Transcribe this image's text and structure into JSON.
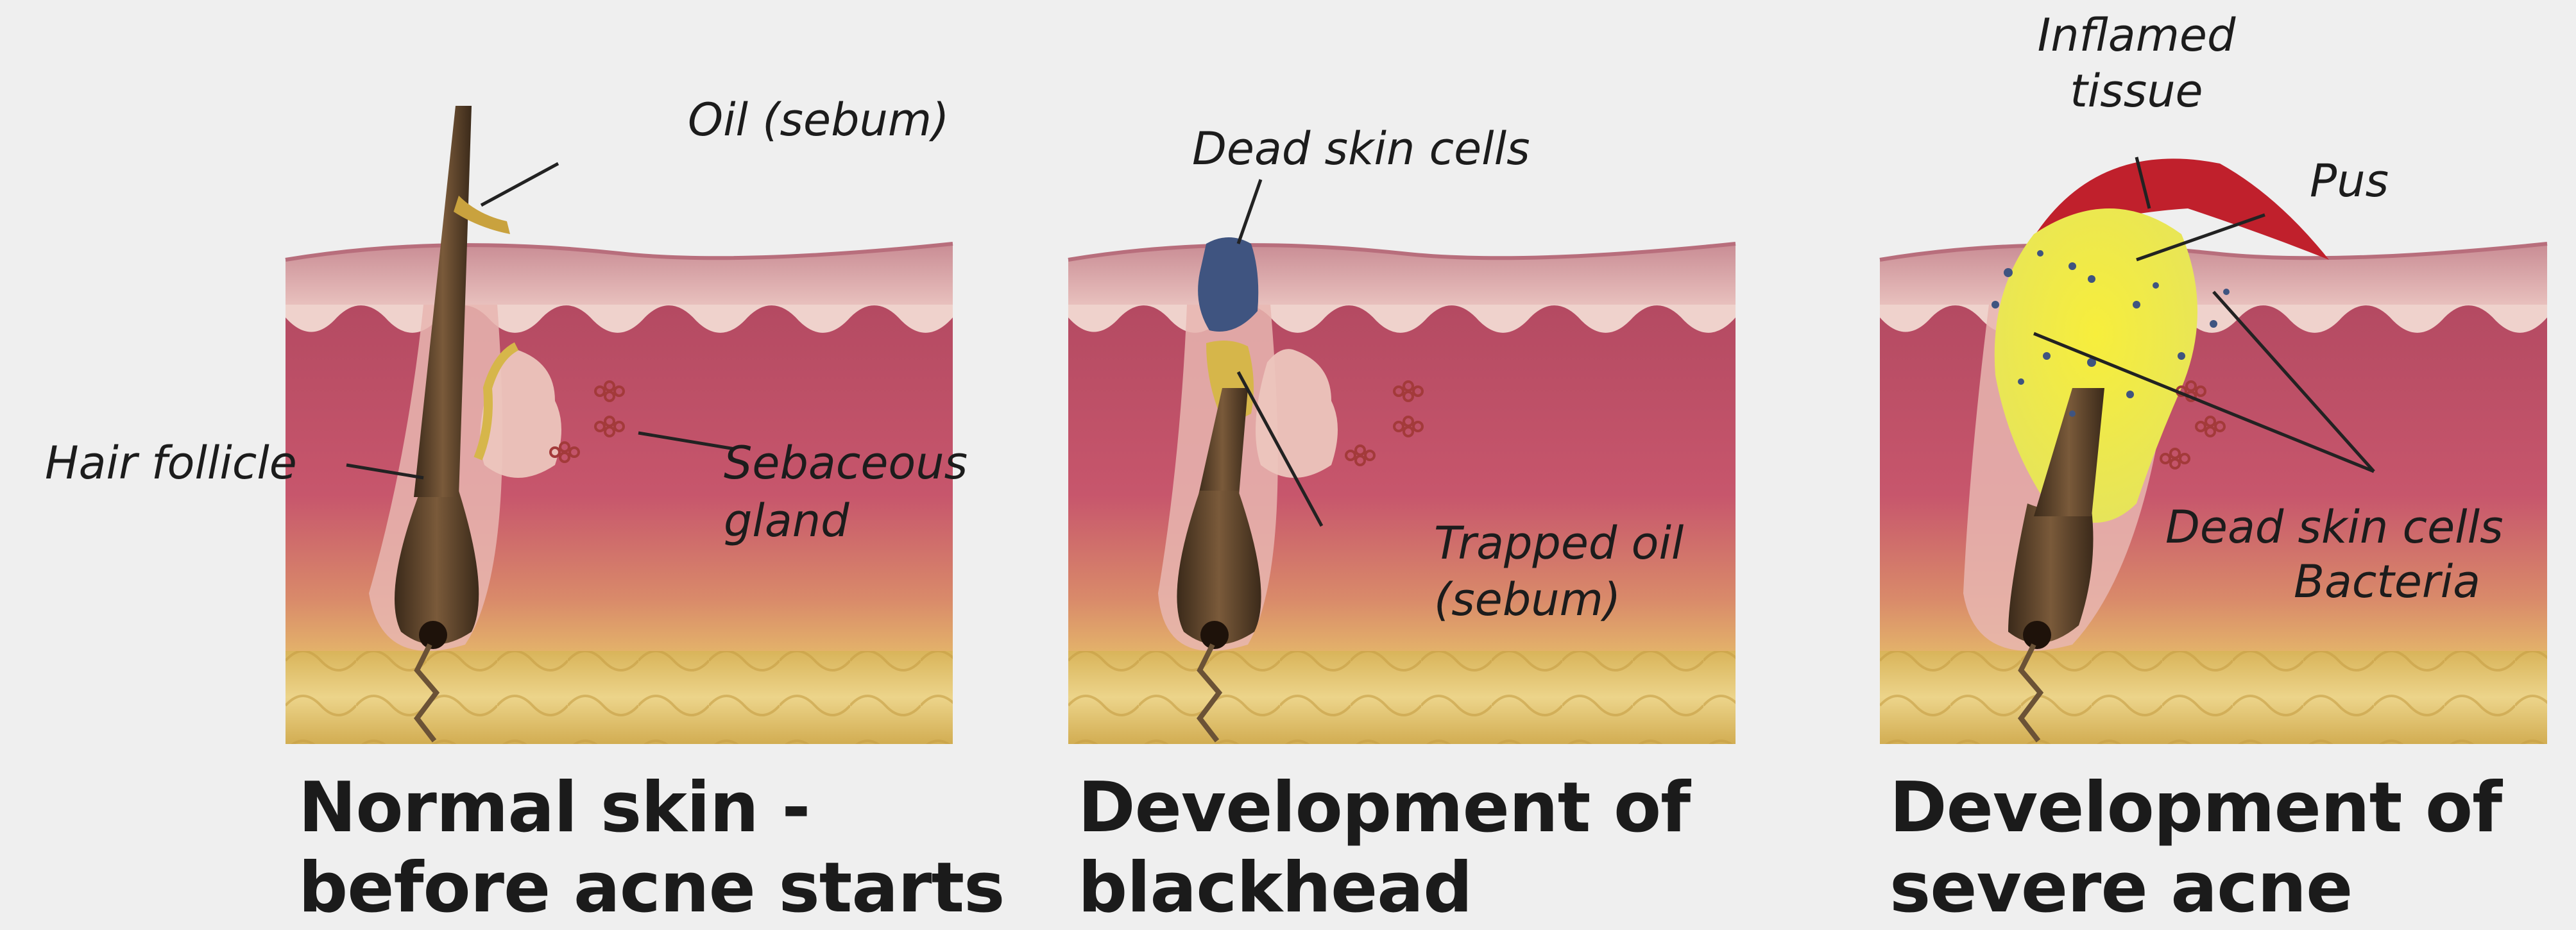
{
  "panels": [
    {
      "caption_line1": "Normal skin -",
      "caption_line2": "before acne starts",
      "labels": {
        "oil": "Oil (sebum)",
        "follicle": "Hair follicle",
        "gland_line1": "Sebaceous",
        "gland_line2": "gland"
      }
    },
    {
      "caption_line1": "Development of",
      "caption_line2": "blackhead",
      "labels": {
        "dead_cells": "Dead skin cells",
        "trapped_line1": "Trapped oil",
        "trapped_line2": "(sebum)"
      }
    },
    {
      "caption_line1": "Development of",
      "caption_line2": "severe acne",
      "labels": {
        "inflamed_line1": "Inflamed",
        "inflamed_line2": "tissue",
        "pus": "Pus",
        "dead_cells": "Dead skin cells",
        "bacteria": "Bacteria"
      }
    }
  ],
  "colors": {
    "background": "#efefef",
    "epidermis": "#d9a3a5",
    "dermis": "#c45a6e",
    "fat": "#e2c36a",
    "hair": "#5a4029",
    "sebum": "#d6b64a",
    "plug": "#3f5480",
    "pus": "#f0e23a",
    "inflamed": "#c0202c"
  }
}
